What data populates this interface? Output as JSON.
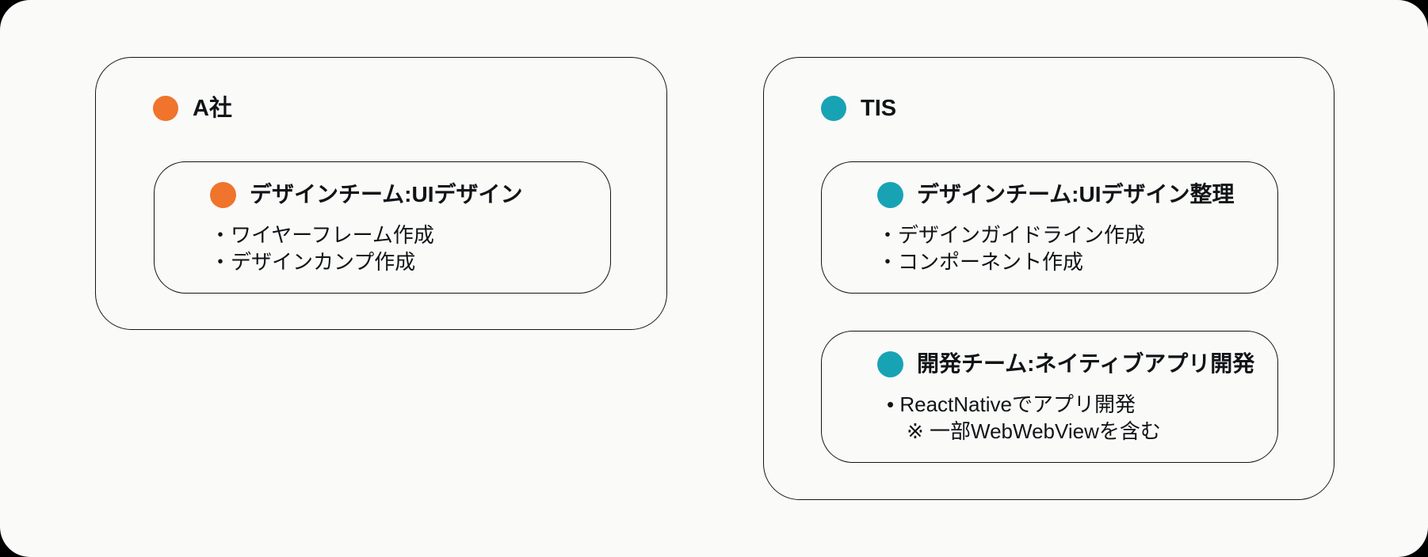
{
  "canvas": {
    "background": "#FAFAF9",
    "outside_color": "#000000",
    "border_color": "#141414",
    "text_color": "#111417"
  },
  "groups": [
    {
      "id": "company-a",
      "label": "A社",
      "dot_color": "#F0742B",
      "teams": [
        {
          "title": "デザインチーム:UIデザイン",
          "items": [
            "・ワイヤーフレーム作成",
            "・デザインカンプ作成"
          ]
        }
      ]
    },
    {
      "id": "tis",
      "label": "TIS",
      "dot_color": "#18A3B5",
      "teams": [
        {
          "title": "デザインチーム:UIデザイン整理",
          "items": [
            "・デザインガイドライン作成",
            "・コンポーネント作成"
          ]
        },
        {
          "title": "開発チーム:ネイティブアプリ開発",
          "items": [
            "• ReactNativeでアプリ開発",
            "※ 一部WebWebViewを含む"
          ]
        }
      ]
    }
  ]
}
